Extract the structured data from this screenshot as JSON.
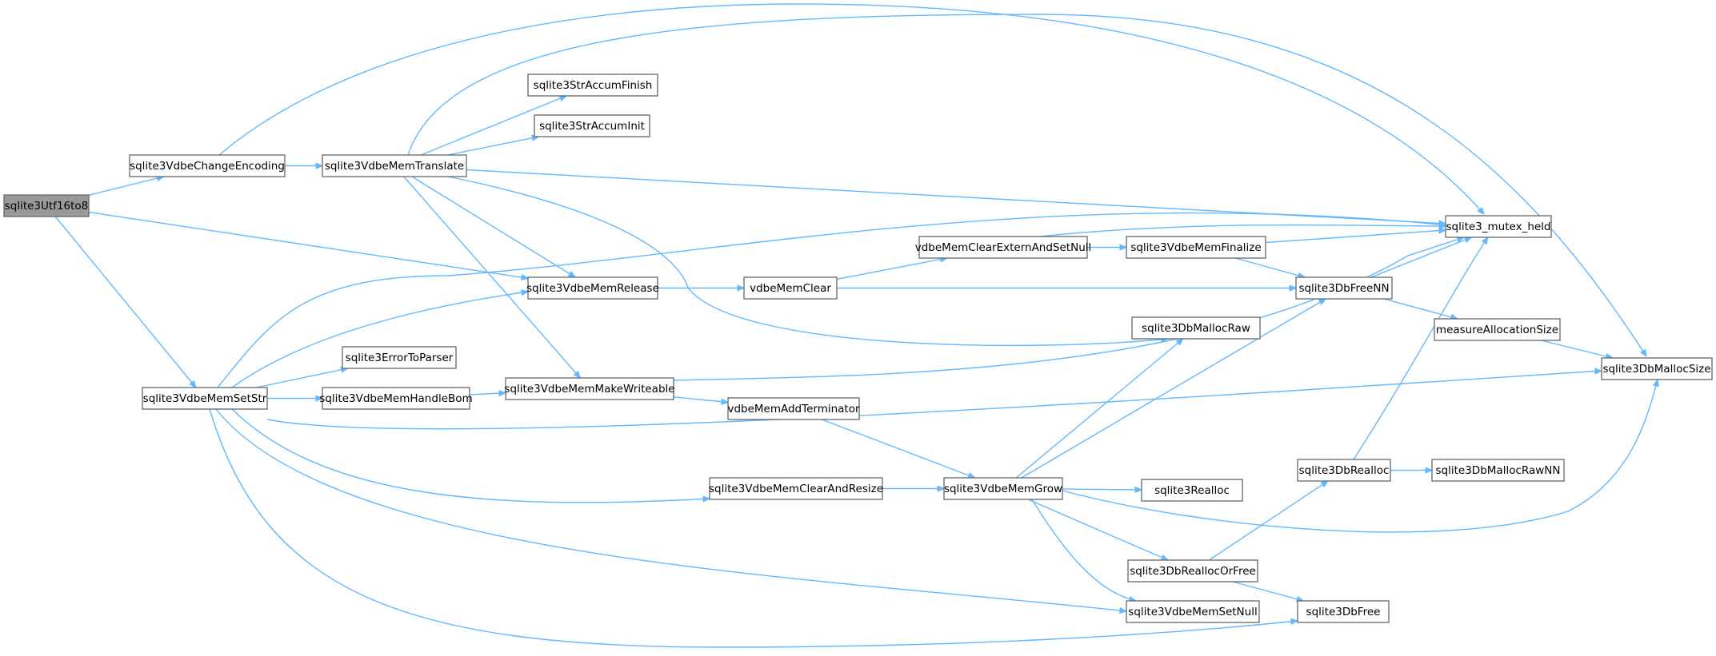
{
  "graph": {
    "nodes": {
      "utf16to8": "sqlite3Utf16to8",
      "changeEncoding": "sqlite3VdbeChangeEncoding",
      "memTranslate": "sqlite3VdbeMemTranslate",
      "strAccumFinish": "sqlite3StrAccumFinish",
      "strAccumInit": "sqlite3StrAccumInit",
      "memSetStr": "sqlite3VdbeMemSetStr",
      "memRelease": "sqlite3VdbeMemRelease",
      "errorToParser": "sqlite3ErrorToParser",
      "memHandleBom": "sqlite3VdbeMemHandleBom",
      "memMakeWriteable": "sqlite3VdbeMemMakeWriteable",
      "memClearAndResize": "sqlite3VdbeMemClearAndResize",
      "memClear": "vdbeMemClear",
      "memAddTerminator": "vdbeMemAddTerminator",
      "memGrow": "sqlite3VdbeMemGrow",
      "clearExternAndSetNull": "vdbeMemClearExternAndSetNull",
      "dbMallocRaw": "sqlite3DbMallocRaw",
      "memFinalize": "sqlite3VdbeMemFinalize",
      "dbReallocOrFree": "sqlite3DbReallocOrFree",
      "memSetNull": "sqlite3VdbeMemSetNull",
      "realloc": "sqlite3Realloc",
      "dbFreeNN": "sqlite3DbFreeNN",
      "dbRealloc": "sqlite3DbRealloc",
      "dbFree": "sqlite3DbFree",
      "mutexHeld": "sqlite3_mutex_held",
      "measureAllocationSize": "measureAllocationSize",
      "dbMallocRawNN": "sqlite3DbMallocRawNN",
      "dbMallocSize": "sqlite3DbMallocSize"
    },
    "edges": [
      [
        "utf16to8",
        "changeEncoding"
      ],
      [
        "utf16to8",
        "memRelease"
      ],
      [
        "utf16to8",
        "memSetStr"
      ],
      [
        "changeEncoding",
        "mutexHeld"
      ],
      [
        "changeEncoding",
        "memTranslate"
      ],
      [
        "memTranslate",
        "dbMallocSize"
      ],
      [
        "memTranslate",
        "strAccumFinish"
      ],
      [
        "memTranslate",
        "strAccumInit"
      ],
      [
        "memTranslate",
        "mutexHeld"
      ],
      [
        "memTranslate",
        "memRelease"
      ],
      [
        "memTranslate",
        "dbMallocRaw"
      ],
      [
        "memTranslate",
        "memMakeWriteable"
      ],
      [
        "memSetStr",
        "mutexHeld"
      ],
      [
        "memSetStr",
        "memRelease"
      ],
      [
        "memSetStr",
        "errorToParser"
      ],
      [
        "memSetStr",
        "memHandleBom"
      ],
      [
        "memSetStr",
        "dbMallocSize"
      ],
      [
        "memSetStr",
        "memClearAndResize"
      ],
      [
        "memSetStr",
        "memSetNull"
      ],
      [
        "memSetStr",
        "dbFree"
      ],
      [
        "memRelease",
        "memClear"
      ],
      [
        "memHandleBom",
        "memMakeWriteable"
      ],
      [
        "memMakeWriteable",
        "mutexHeld"
      ],
      [
        "memMakeWriteable",
        "memAddTerminator"
      ],
      [
        "memClear",
        "clearExternAndSetNull"
      ],
      [
        "memClear",
        "dbFreeNN"
      ],
      [
        "memAddTerminator",
        "memGrow"
      ],
      [
        "memClearAndResize",
        "memGrow"
      ],
      [
        "clearExternAndSetNull",
        "mutexHeld"
      ],
      [
        "clearExternAndSetNull",
        "memFinalize"
      ],
      [
        "memFinalize",
        "mutexHeld"
      ],
      [
        "memFinalize",
        "dbFreeNN"
      ],
      [
        "memGrow",
        "dbMallocRaw"
      ],
      [
        "memGrow",
        "dbFreeNN"
      ],
      [
        "memGrow",
        "realloc"
      ],
      [
        "memGrow",
        "dbMallocSize"
      ],
      [
        "memGrow",
        "dbReallocOrFree"
      ],
      [
        "memGrow",
        "memSetNull"
      ],
      [
        "dbFreeNN",
        "mutexHeld"
      ],
      [
        "dbFreeNN",
        "measureAllocationSize"
      ],
      [
        "measureAllocationSize",
        "dbMallocSize"
      ],
      [
        "dbReallocOrFree",
        "dbRealloc"
      ],
      [
        "dbReallocOrFree",
        "dbFree"
      ],
      [
        "dbRealloc",
        "mutexHeld"
      ],
      [
        "dbRealloc",
        "dbMallocRawNN"
      ]
    ]
  },
  "colors": {
    "edge": "#63b8ff",
    "node_border": "#666666",
    "root_fill": "#999999",
    "node_fill": "#ffffff"
  }
}
